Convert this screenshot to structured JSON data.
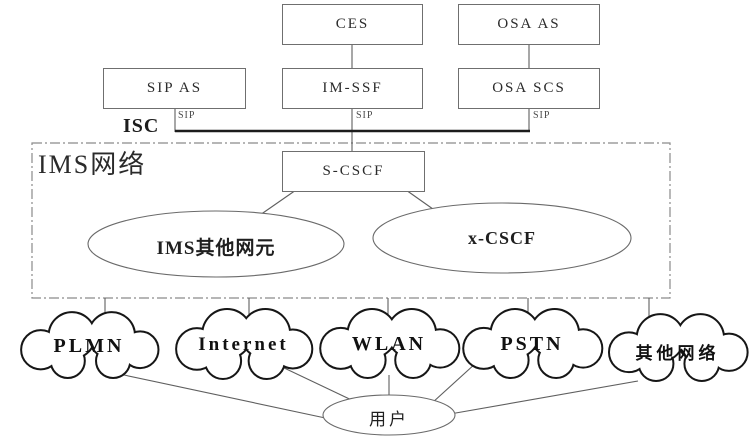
{
  "colors": {
    "background": "#ffffff",
    "thin_line": "#5f5f5f",
    "bus_line": "#1c1c1c",
    "box_border": "#6f6f6f",
    "dash_border": "#8a8a8a",
    "ellipse_stroke": "#6a6a6a",
    "cloud_outline": "#161616",
    "text": "#2b2b2b"
  },
  "nodes": {
    "ces": {
      "label": "CES"
    },
    "osa_as": {
      "label": "OSA AS"
    },
    "sip_as": {
      "label": "SIP AS"
    },
    "im_ssf": {
      "label": "IM-SSF"
    },
    "osa_scs": {
      "label": "OSA SCS"
    },
    "s_cscf": {
      "label": "S-CSCF"
    }
  },
  "labels": {
    "isc": "ISC",
    "ims_network": "IMS网络"
  },
  "sip_links": [
    {
      "label": "SIP"
    },
    {
      "label": "SIP"
    },
    {
      "label": "SIP"
    }
  ],
  "ellipses": {
    "ims_other": {
      "label": "IMS其他网元"
    },
    "x_cscf": {
      "label": "x-CSCF"
    },
    "user": {
      "label": "用户"
    }
  },
  "clouds": [
    {
      "label": "PLMN"
    },
    {
      "label": "Internet"
    },
    {
      "label": "WLAN"
    },
    {
      "label": "PSTN"
    },
    {
      "label": "其他网络"
    }
  ]
}
